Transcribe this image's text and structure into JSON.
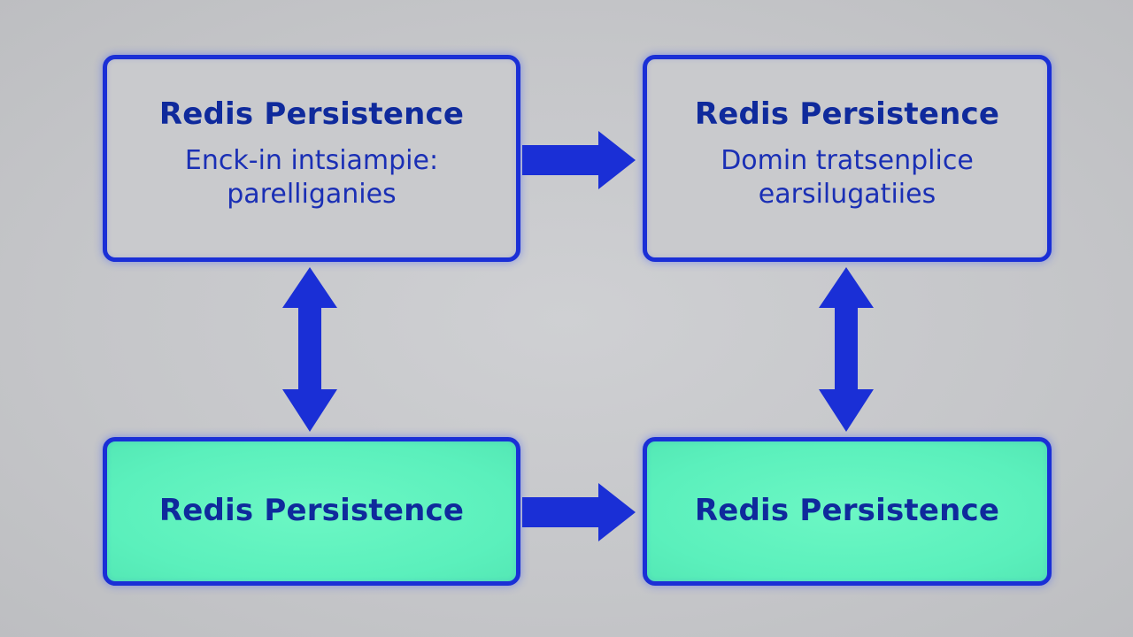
{
  "colors": {
    "border": "#1a2fd6",
    "title_text": "#0f2a9c",
    "gray_fill": "#c9cacd",
    "mint_fill": "#5bf0bc",
    "background": "#c5c6c9"
  },
  "nodes": {
    "top_left": {
      "title": "Redis Persistence",
      "line1": "Enck-in intsiampie:",
      "line2": "parelliganies"
    },
    "top_right": {
      "title": "Redis Persistence",
      "line1": "Domin tratsenplice",
      "line2": "earsilugatiies"
    },
    "bottom_left": {
      "title": "Redis Persistence"
    },
    "bottom_right": {
      "title": "Redis Persistence"
    }
  },
  "edges": [
    {
      "from": "top_left",
      "to": "top_right",
      "direction": "forward"
    },
    {
      "from": "bottom_left",
      "to": "bottom_right",
      "direction": "forward"
    },
    {
      "from": "top_left",
      "to": "bottom_left",
      "direction": "bidirectional"
    },
    {
      "from": "top_right",
      "to": "bottom_right",
      "direction": "bidirectional"
    }
  ]
}
